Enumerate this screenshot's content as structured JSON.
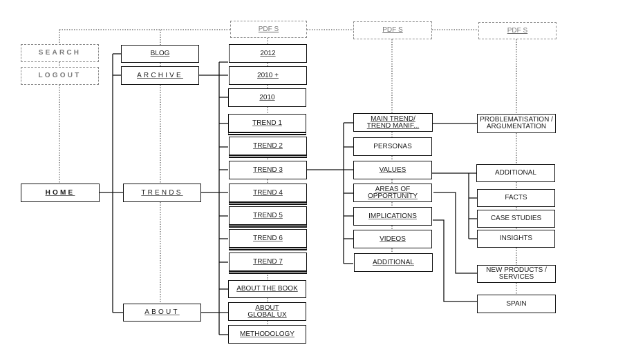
{
  "diagram": {
    "type": "sitemap",
    "nodes": {
      "search": "SEARCH",
      "logout": "LOGOUT",
      "home": "HOME",
      "blog": "BLOG",
      "archive": "ARCHIVE",
      "trends": "TRENDS",
      "about": "ABOUT",
      "pdfs_1": "PDF S",
      "pdfs_2": "PDF S",
      "pdfs_3": "PDF S",
      "y2012": "2012",
      "y2010plus": "2010 +",
      "y2010": "2010",
      "trend1": "TREND 1",
      "trend2": "TREND 2",
      "trend3": "TREND 3",
      "trend4": "TREND 4",
      "trend5": "TREND 5",
      "trend6": "TREND 6",
      "trend7": "TREND 7",
      "about_book": "ABOUT THE BOOK",
      "about_global_1": "ABOUT",
      "about_global_2": "GLOBAL UX",
      "methodology": "METHODOLOGY",
      "main_trend_1": "MAIN TREND/",
      "main_trend_2": "TREND MANIF...",
      "personas": "PERSONAS",
      "values": "VALUES",
      "areas_1": "AREAS OF",
      "areas_2": "OPPORTUNITY",
      "implications": "IMPLICATIONS",
      "videos": "VIDEOS",
      "additional_l3": "ADDITIONAL",
      "problem_1": "PROBLEMATISATION /",
      "problem_2": "ARGUMENTATION",
      "additional_l4": "ADDITIONAL",
      "facts": "FACTS",
      "case_studies": "CASE STUDIES",
      "insights": "INSIGHTS",
      "new_products_1": "NEW PRODUCTS /",
      "new_products_2": "SERVICES",
      "spain": "SPAIN"
    },
    "edges": [
      [
        "home",
        "blog"
      ],
      [
        "home",
        "archive"
      ],
      [
        "home",
        "trends"
      ],
      [
        "home",
        "about"
      ],
      [
        "archive",
        "y2012"
      ],
      [
        "archive",
        "y2010plus"
      ],
      [
        "archive",
        "y2010"
      ],
      [
        "trends",
        "trend1"
      ],
      [
        "trends",
        "trend2"
      ],
      [
        "trends",
        "trend3"
      ],
      [
        "trends",
        "trend4"
      ],
      [
        "trends",
        "trend5"
      ],
      [
        "trends",
        "trend6"
      ],
      [
        "trends",
        "trend7"
      ],
      [
        "about",
        "about_book"
      ],
      [
        "about",
        "about_global"
      ],
      [
        "about",
        "methodology"
      ],
      [
        "trend3",
        "main_trend"
      ],
      [
        "trend3",
        "personas"
      ],
      [
        "trend3",
        "values"
      ],
      [
        "trend3",
        "areas"
      ],
      [
        "trend3",
        "implications"
      ],
      [
        "trend3",
        "videos"
      ],
      [
        "trend3",
        "additional_l3"
      ],
      [
        "main_trend",
        "problem"
      ],
      [
        "values",
        "additional_l4"
      ],
      [
        "values",
        "facts"
      ],
      [
        "values",
        "case_studies"
      ],
      [
        "values",
        "insights"
      ],
      [
        "areas",
        "new_products"
      ],
      [
        "implications",
        "spain"
      ]
    ]
  }
}
